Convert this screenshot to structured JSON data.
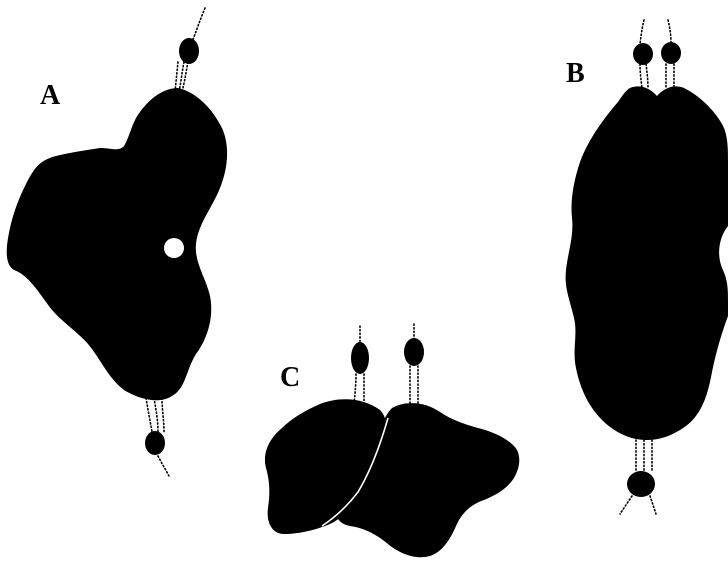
{
  "figure": {
    "panels": [
      {
        "id": "a",
        "label": "A"
      },
      {
        "id": "b",
        "label": "B"
      },
      {
        "id": "c",
        "label": "C"
      }
    ],
    "colors": {
      "background": "#ffffff",
      "ink": "#000000"
    }
  }
}
